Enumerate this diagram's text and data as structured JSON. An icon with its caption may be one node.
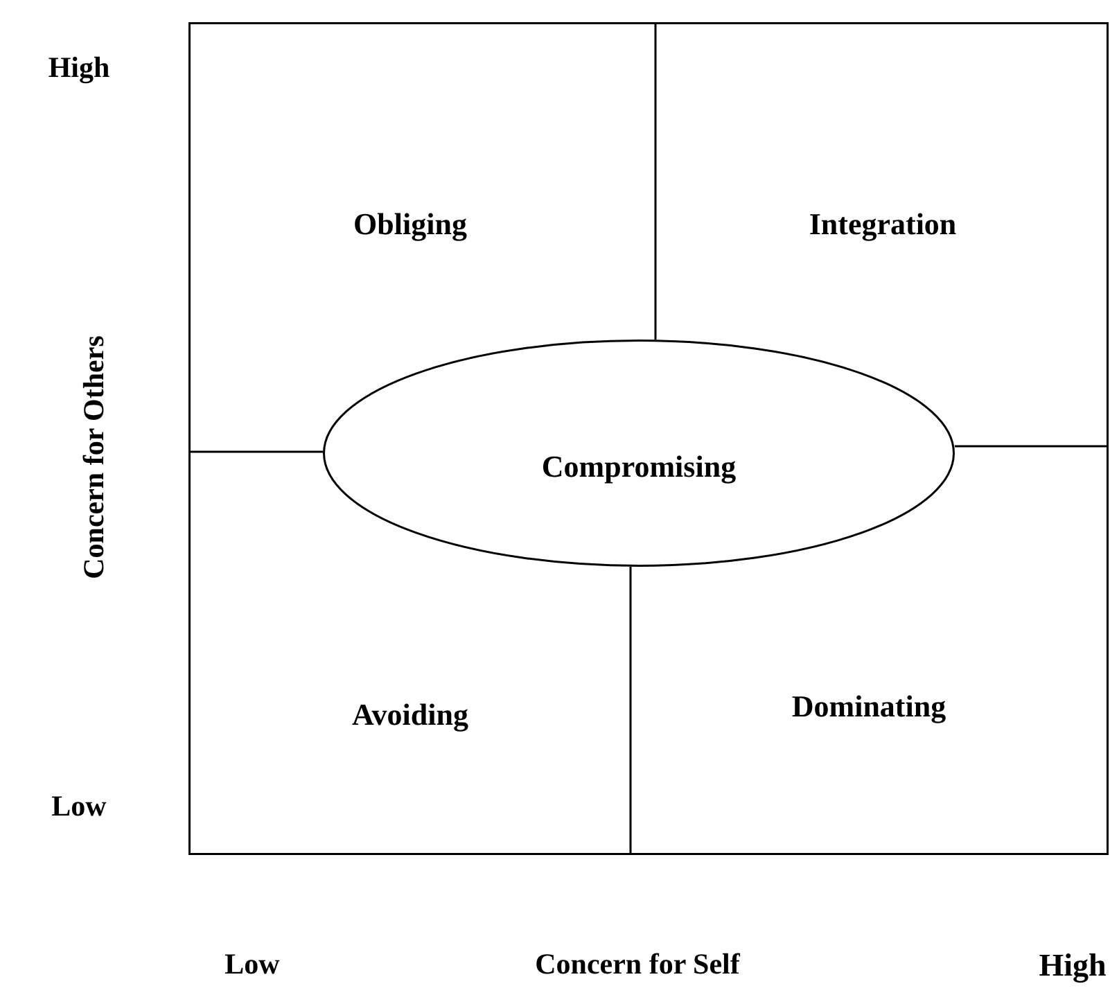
{
  "diagram": {
    "nodes": [
      {
        "text": [],
        "shape": "box"
      },
      {
        "text": [
          "Obliging"
        ],
        "in": 0
      },
      {
        "text": [
          "Integration"
        ],
        "in": 0
      },
      {
        "text": [
          "Compromising"
        ],
        "in": 0
      },
      {
        "text": [
          "Avoiding"
        ],
        "in": 0
      },
      {
        "text": [
          "Dominating"
        ],
        "in": 0
      }
    ],
    "labels": [
      "High",
      "Concern for Others",
      "Low",
      "Low",
      "Concern for Self",
      "High"
    ]
  }
}
